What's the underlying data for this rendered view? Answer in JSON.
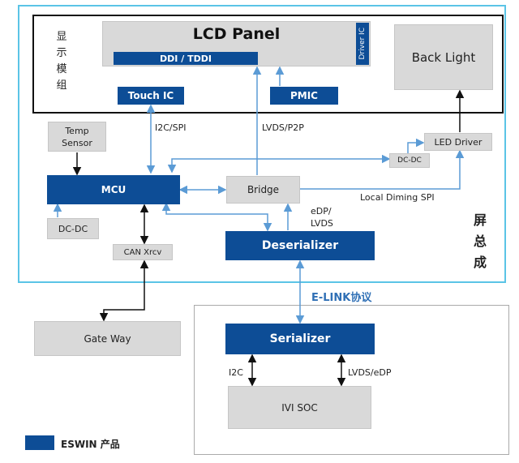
{
  "nodes": {
    "lcd_panel": "LCD Panel",
    "ddi_tddi": "DDI / TDDI",
    "driver_ic": "Driver IC",
    "back_light": "Back Light",
    "touch_ic": "Touch IC",
    "pmic": "PMIC",
    "temp_sensor": [
      "Temp",
      "Sensor"
    ],
    "mcu": "MCU",
    "bridge": "Bridge",
    "dcdc_right": "DC-DC",
    "led_driver": "LED Driver",
    "dcdc_left": "DC-DC",
    "can_xrcv": "CAN Xrcv",
    "deserializer": "Deserializer",
    "gateway": "Gate Way",
    "serializer": "Serializer",
    "ivi_soc": "IVI SOC"
  },
  "edge_labels": {
    "i2c_spi": "I2C/SPI",
    "lvds_p2p": "LVDS/P2P",
    "local_dimming_spi": "Local Diming SPI",
    "edp_lvds": [
      "eDP/",
      "LVDS"
    ],
    "elink": "E-LINK协议",
    "i2c": "I2C",
    "lvds_edp": "LVDS/eDP"
  },
  "frame_labels": {
    "display_module": [
      "显",
      "示",
      "模",
      "组"
    ],
    "screen_assembly": [
      "屏",
      "总",
      "成"
    ]
  },
  "legend": {
    "label": "ESWIN 产品",
    "color": "#0d4d96"
  },
  "colors": {
    "eswin_block": "#0d4d96",
    "generic_block": "#d9d9d9",
    "screen_frame": "#5bc4e6",
    "signal_line": "#5b9bd5",
    "control_line": "#111111"
  }
}
